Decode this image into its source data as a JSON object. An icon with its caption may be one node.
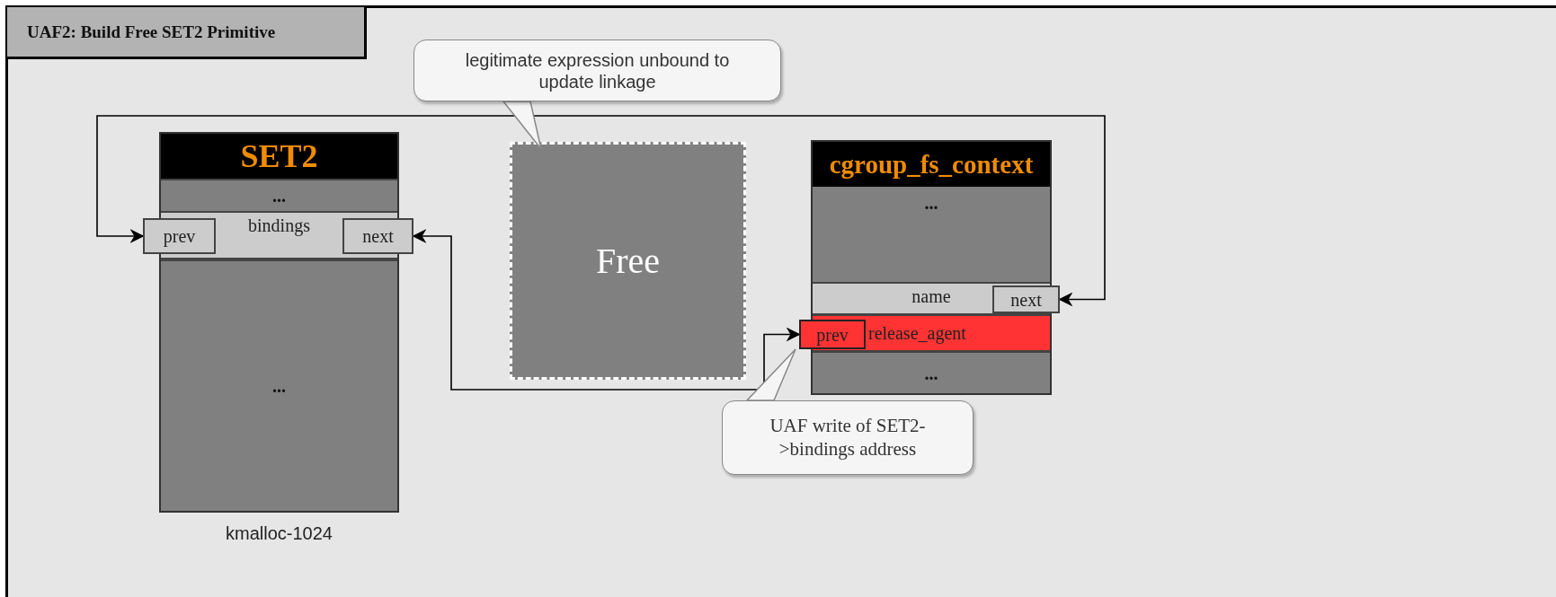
{
  "diagram": {
    "title": "UAF2: Build Free SET2 Primitive",
    "nodes": [
      {
        "text": [
          "legitimate expression unbound to update linkage"
        ]
      },
      {
        "text": [
          "SET2"
        ],
        "beside": [
          "kmalloc-1024"
        ]
      },
      {
        "text": [
          "..."
        ],
        "in": 1
      },
      {
        "text": [
          "bindings"
        ],
        "in": 1
      },
      {
        "text": [
          "prev"
        ]
      },
      {
        "text": [
          "next"
        ]
      },
      {
        "text": [
          "..."
        ],
        "in": 1
      },
      {
        "text": [
          "Free"
        ]
      },
      {
        "text": [
          "cgroup_fs_context"
        ]
      },
      {
        "text": [
          "..."
        ],
        "in": 8
      },
      {
        "text": [
          "name"
        ],
        "in": 8
      },
      {
        "text": [
          "next"
        ]
      },
      {
        "text": [
          "release_agent"
        ],
        "in": 8
      },
      {
        "text": [
          "prev"
        ]
      },
      {
        "text": [
          "..."
        ],
        "in": 8
      },
      {
        "text": [
          "UAF write of SET2->bindings address"
        ]
      }
    ],
    "edges": [
      {
        "from": 0,
        "to": 7,
        "arrow": "to"
      },
      {
        "from": 11,
        "to": 4,
        "arrow": "both"
      },
      {
        "from": 5,
        "to": 13,
        "arrow": "both"
      },
      {
        "from": 15,
        "to": 13,
        "arrow": "to"
      }
    ]
  }
}
